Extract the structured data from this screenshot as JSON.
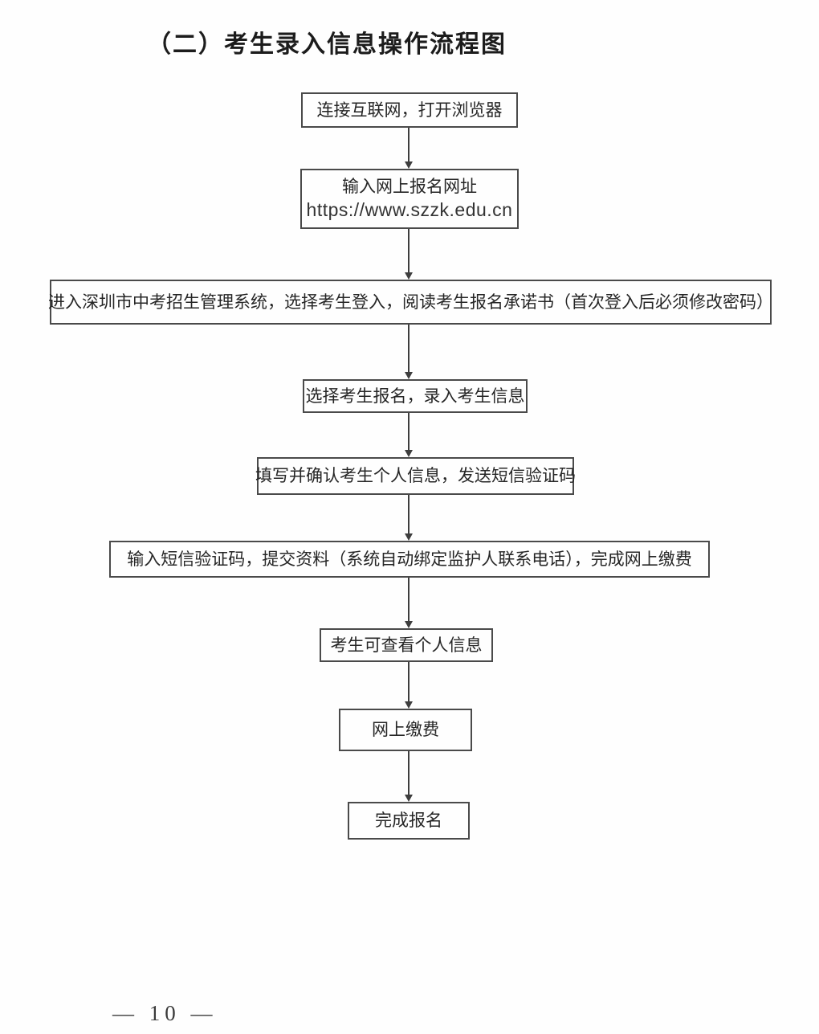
{
  "page": {
    "title": "（二）考生录入信息操作流程图",
    "footer_page_number": "— 10 —"
  },
  "colors": {
    "background": "#fefefe",
    "ink": "#262626",
    "box_border": "#4a4a4a",
    "arrow": "#3e3e3e"
  },
  "flowchart": {
    "type": "flowchart",
    "direction": "top-down",
    "steps": {
      "s1": {
        "text": "连接互联网，打开浏览器"
      },
      "s2": {
        "line1": "输入网上报名网址",
        "line2": "https://www.szzk.edu.cn"
      },
      "s3": {
        "text": "进入深圳市中考招生管理系统，选择考生登入，阅读考生报名承诺书（首次登入后必须修改密码）"
      },
      "s4": {
        "text": "选择考生报名，录入考生信息"
      },
      "s5": {
        "text": "填写并确认考生个人信息，发送短信验证码"
      },
      "s6": {
        "text": "输入短信验证码，提交资料（系统自动绑定监护人联系电话），完成网上缴费"
      },
      "s7": {
        "text": "考生可查看个人信息"
      },
      "s8": {
        "text": "网上缴费"
      },
      "s9": {
        "text": "完成报名"
      }
    }
  }
}
